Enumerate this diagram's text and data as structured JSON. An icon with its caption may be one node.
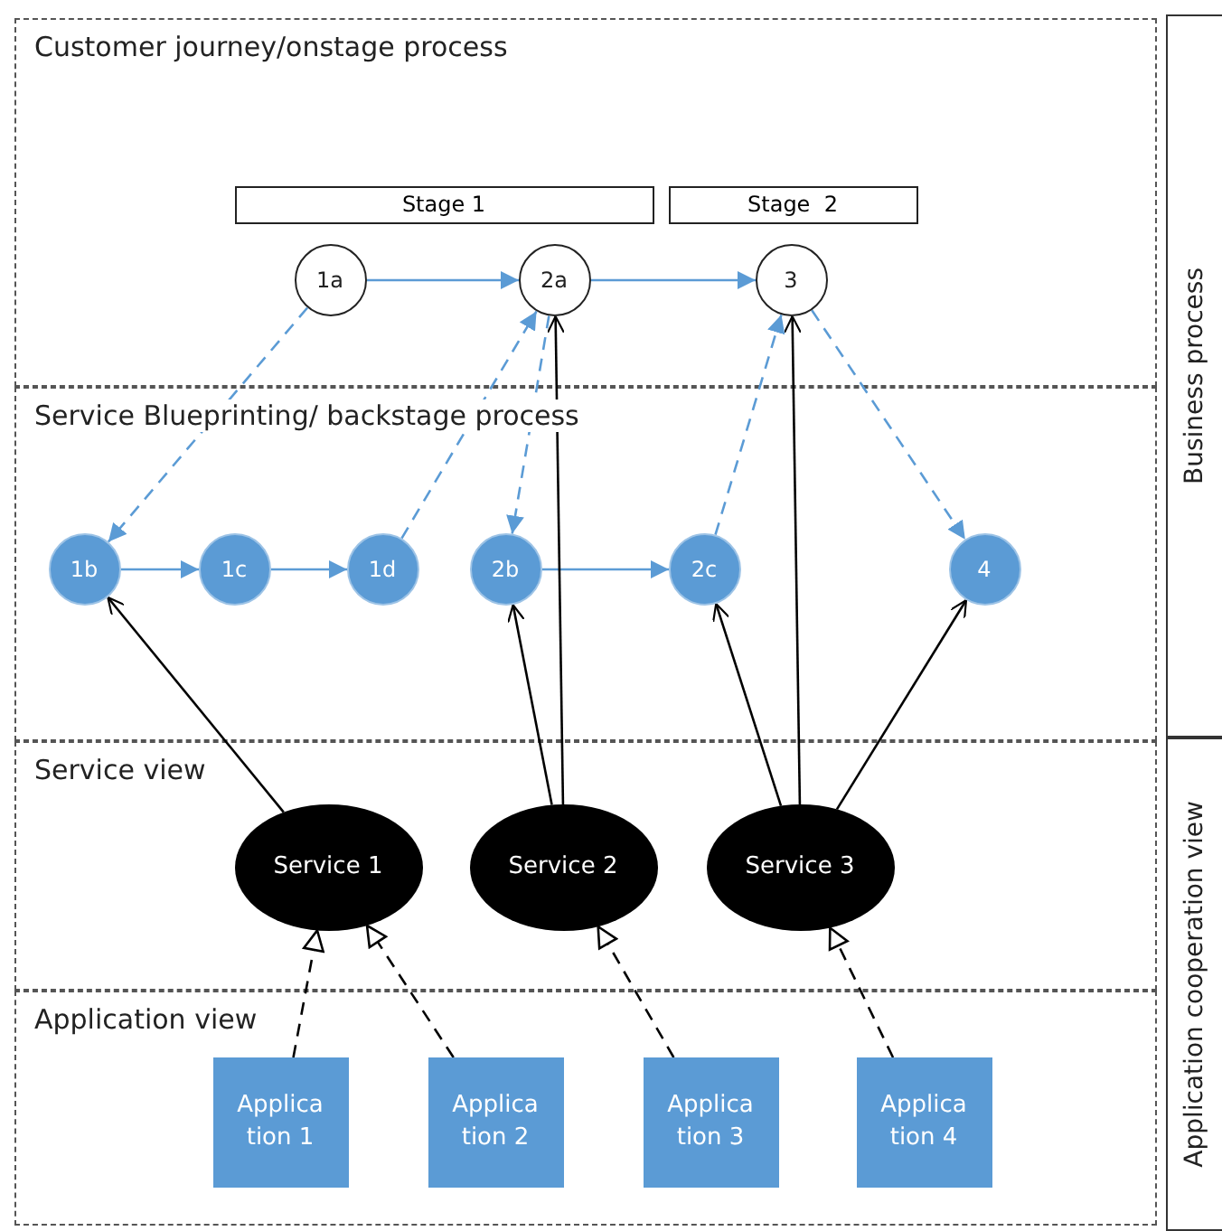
{
  "diagram": {
    "nodes": [
      {
        "text": [
          "Customer journey/onstage process"
        ]
      },
      {
        "text": [
          "Stage 1"
        ],
        "in": 0
      },
      {
        "text": [
          "Stage  2"
        ],
        "in": 0
      },
      {
        "text": [
          "1a"
        ],
        "in": 0
      },
      {
        "text": [
          "2a"
        ],
        "in": 0
      },
      {
        "text": [
          "3"
        ],
        "in": 0
      },
      {
        "text": [
          "Service Blueprinting/ backstage process"
        ]
      },
      {
        "text": [
          "1b"
        ],
        "in": 6
      },
      {
        "text": [
          "1c"
        ],
        "in": 6
      },
      {
        "text": [
          "1d"
        ],
        "in": 6
      },
      {
        "text": [
          "2b"
        ],
        "in": 6
      },
      {
        "text": [
          "2c"
        ],
        "in": 6
      },
      {
        "text": [
          "4"
        ],
        "in": 6
      },
      {
        "text": [
          "Service view"
        ]
      },
      {
        "text": [
          "Service 1"
        ],
        "in": 13
      },
      {
        "text": [
          "Service 2"
        ],
        "in": 13
      },
      {
        "text": [
          "Service 3"
        ],
        "in": 13
      },
      {
        "text": [
          "Application view"
        ]
      },
      {
        "text": [
          "Applica tion 1"
        ],
        "in": 17
      },
      {
        "text": [
          "Applica tion 2"
        ],
        "in": 17
      },
      {
        "text": [
          "Applica tion 3"
        ],
        "in": 17
      },
      {
        "text": [
          "Applica tion 4"
        ],
        "in": 17
      },
      {
        "text": [
          "Business process"
        ]
      },
      {
        "text": [
          "Application cooperation view"
        ]
      }
    ],
    "edges": [
      {
        "from": 3,
        "to": 4,
        "arrow": "to"
      },
      {
        "from": 4,
        "to": 5,
        "arrow": "to"
      },
      {
        "from": 3,
        "to": 7,
        "arrow": "to",
        "style": "dashed"
      },
      {
        "from": 9,
        "to": 4,
        "arrow": "to",
        "style": "dashed"
      },
      {
        "from": 4,
        "to": 10,
        "arrow": "to",
        "style": "dashed"
      },
      {
        "from": 11,
        "to": 5,
        "arrow": "to",
        "style": "dashed"
      },
      {
        "from": 5,
        "to": 12,
        "arrow": "to",
        "style": "dashed"
      },
      {
        "from": 7,
        "to": 8,
        "arrow": "to"
      },
      {
        "from": 8,
        "to": 9,
        "arrow": "to"
      },
      {
        "from": 10,
        "to": 11,
        "arrow": "to"
      },
      {
        "from": 14,
        "to": 7,
        "arrow": "to",
        "color": "#000000"
      },
      {
        "from": 15,
        "to": 10,
        "arrow": "to",
        "color": "#000000"
      },
      {
        "from": 15,
        "to": 4,
        "arrow": "to",
        "color": "#000000"
      },
      {
        "from": 16,
        "to": 11,
        "arrow": "to",
        "color": "#000000"
      },
      {
        "from": 16,
        "to": 5,
        "arrow": "to",
        "color": "#000000"
      },
      {
        "from": 16,
        "to": 12,
        "arrow": "to",
        "color": "#000000"
      },
      {
        "from": 18,
        "to": 14,
        "arrow": "to",
        "style": "dashed",
        "color": "#000000"
      },
      {
        "from": 19,
        "to": 14,
        "arrow": "to",
        "style": "dashed",
        "color": "#000000"
      },
      {
        "from": 20,
        "to": 15,
        "arrow": "to",
        "style": "dashed",
        "color": "#000000"
      },
      {
        "from": 21,
        "to": 16,
        "arrow": "to",
        "style": "dashed",
        "color": "#000000"
      }
    ]
  }
}
